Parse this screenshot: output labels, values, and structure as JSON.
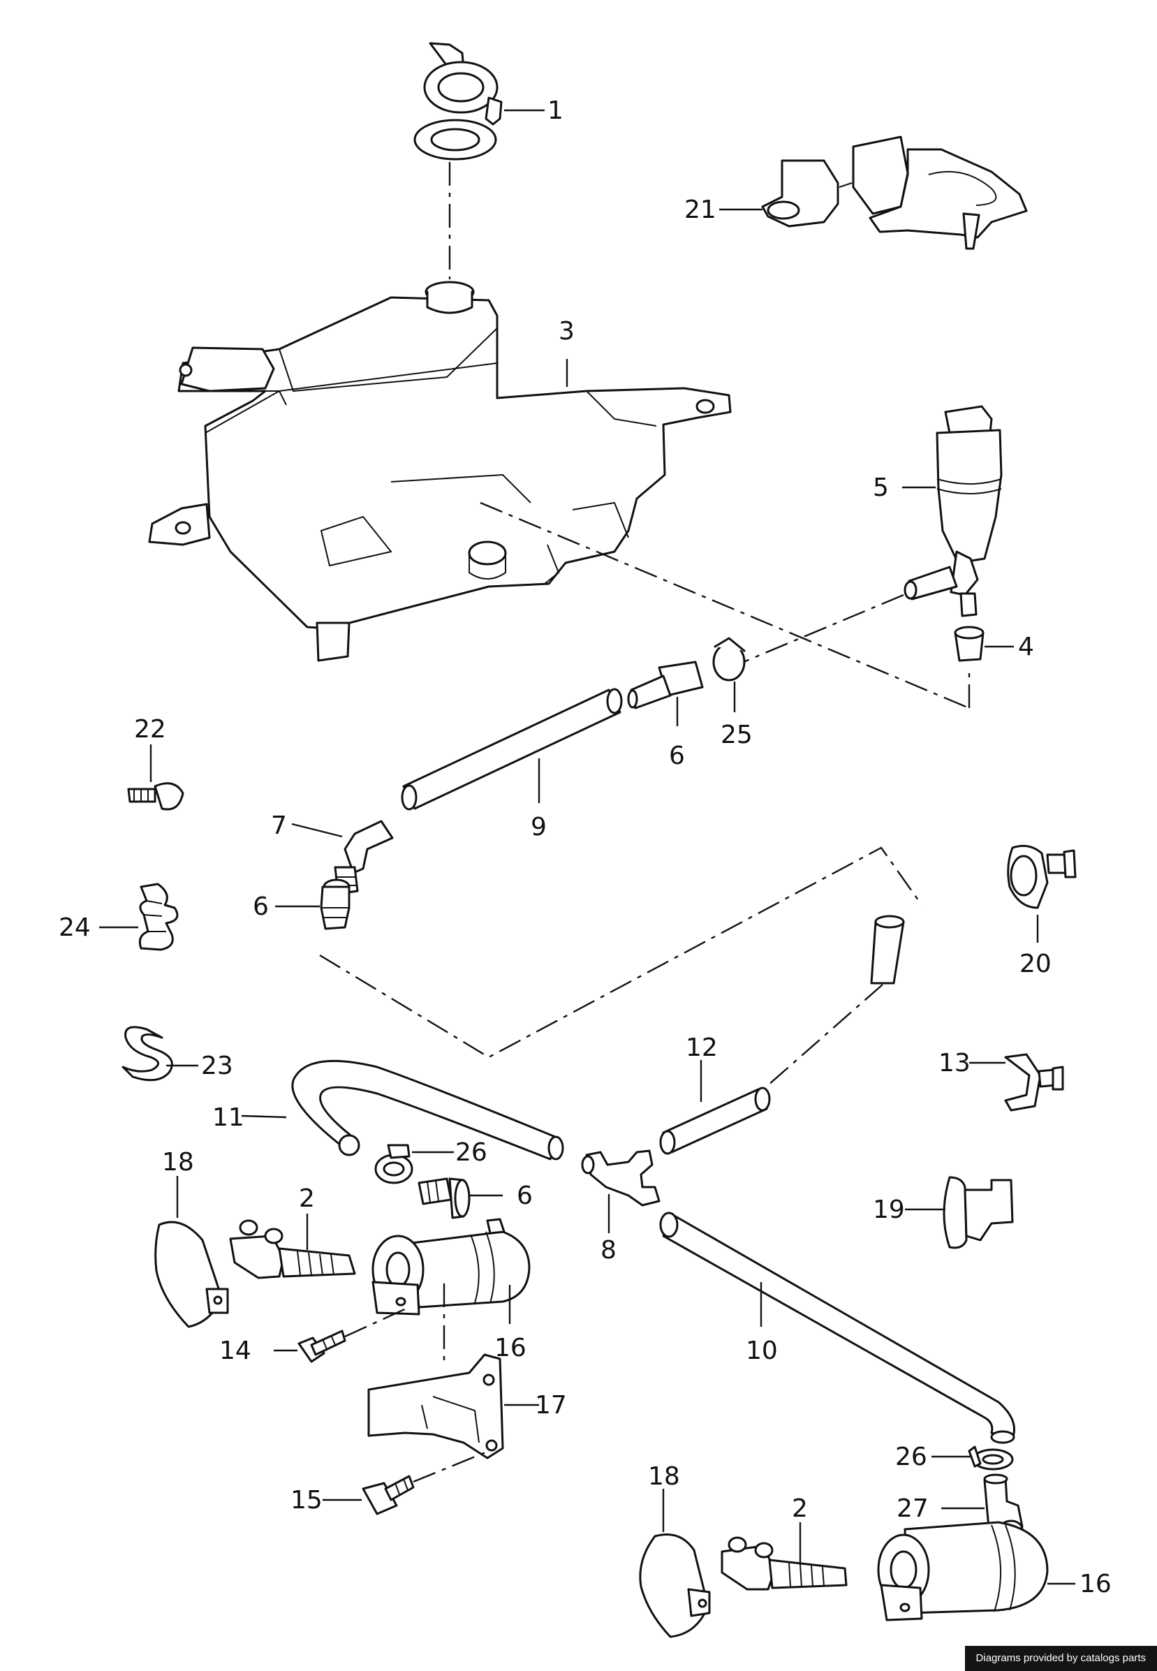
{
  "diagram": {
    "labels": [
      {
        "id": "c1",
        "text": "1"
      },
      {
        "id": "c2a",
        "text": "2"
      },
      {
        "id": "c2b",
        "text": "2"
      },
      {
        "id": "c3",
        "text": "3"
      },
      {
        "id": "c4",
        "text": "4"
      },
      {
        "id": "c5",
        "text": "5"
      },
      {
        "id": "c6a",
        "text": "6"
      },
      {
        "id": "c6b",
        "text": "6"
      },
      {
        "id": "c6c",
        "text": "6"
      },
      {
        "id": "c7",
        "text": "7"
      },
      {
        "id": "c8",
        "text": "8"
      },
      {
        "id": "c9",
        "text": "9"
      },
      {
        "id": "c10",
        "text": "10"
      },
      {
        "id": "c11",
        "text": "11"
      },
      {
        "id": "c12",
        "text": "12"
      },
      {
        "id": "c13",
        "text": "13"
      },
      {
        "id": "c14",
        "text": "14"
      },
      {
        "id": "c15",
        "text": "15"
      },
      {
        "id": "c16a",
        "text": "16"
      },
      {
        "id": "c16b",
        "text": "16"
      },
      {
        "id": "c17",
        "text": "17"
      },
      {
        "id": "c18a",
        "text": "18"
      },
      {
        "id": "c18b",
        "text": "18"
      },
      {
        "id": "c19",
        "text": "19"
      },
      {
        "id": "c20",
        "text": "20"
      },
      {
        "id": "c21",
        "text": "21"
      },
      {
        "id": "c22",
        "text": "22"
      },
      {
        "id": "c23",
        "text": "23"
      },
      {
        "id": "c24",
        "text": "24"
      },
      {
        "id": "c25",
        "text": "25"
      },
      {
        "id": "c26a",
        "text": "26"
      },
      {
        "id": "c26b",
        "text": "26"
      },
      {
        "id": "c27",
        "text": "27"
      }
    ]
  },
  "footer": {
    "credit": "Diagrams provided by catalogs parts"
  }
}
